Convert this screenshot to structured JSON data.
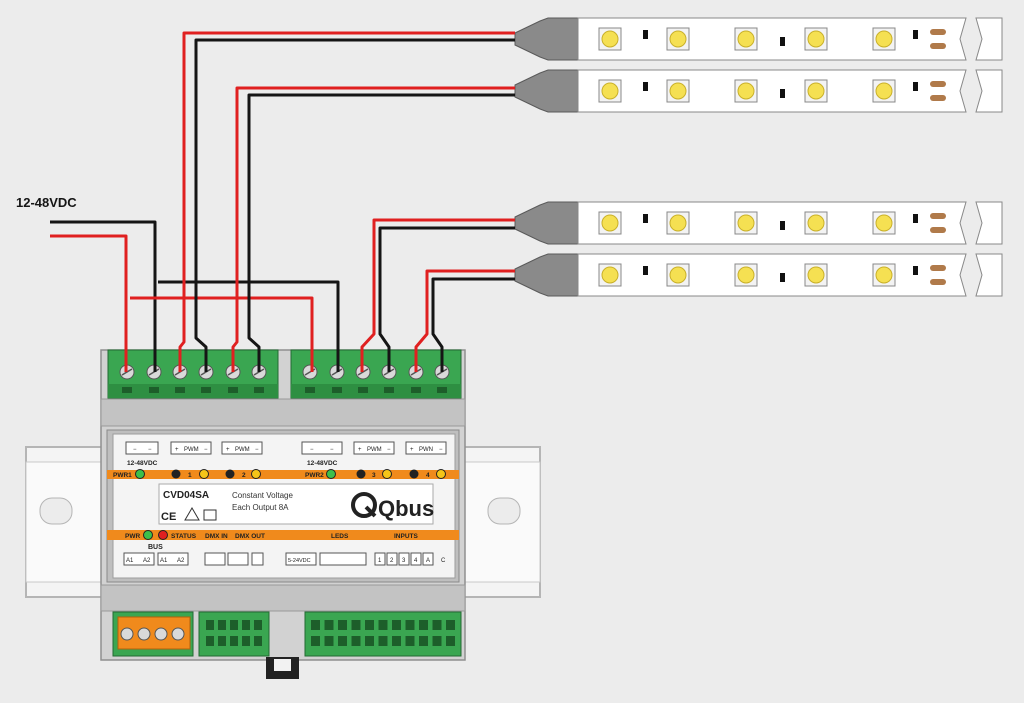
{
  "supply_label": "12-48VDC",
  "module": {
    "model": "CVD04SA",
    "description_line1": "Constant Voltage",
    "description_line2": "Each Output 8A",
    "brand": "Qbus",
    "ce_mark": "CE"
  },
  "top_terminals": {
    "minus": "−",
    "plus": "+",
    "pwm": "PWM",
    "pwn": "PWN",
    "supply_1": "12-48VDC",
    "supply_2": "12-48VDC"
  },
  "indicators": {
    "pwr1": "PWR1",
    "pwr2": "PWR2",
    "ch1": "1",
    "ch2": "2",
    "ch3": "3",
    "ch4": "4",
    "pwr": "PWR",
    "status": "STATUS",
    "dmx_in": "DMX IN",
    "dmx_out": "DMX OUT",
    "leds": "LEDS",
    "inputs": "INPUTS"
  },
  "bottom_terminals": {
    "bus": "BUS",
    "a1": "A1",
    "a2": "A2",
    "led_supply": "5-24VDC",
    "input_1": "1",
    "input_2": "2",
    "input_3": "3",
    "input_4": "4",
    "input_a": "A",
    "input_c": "C"
  },
  "colors": {
    "wire_positive": "#e02020",
    "wire_negative": "#151515",
    "terminal_green": "#3aa651",
    "accent_orange": "#f08a1c",
    "led_yellow": "#f5e052"
  }
}
